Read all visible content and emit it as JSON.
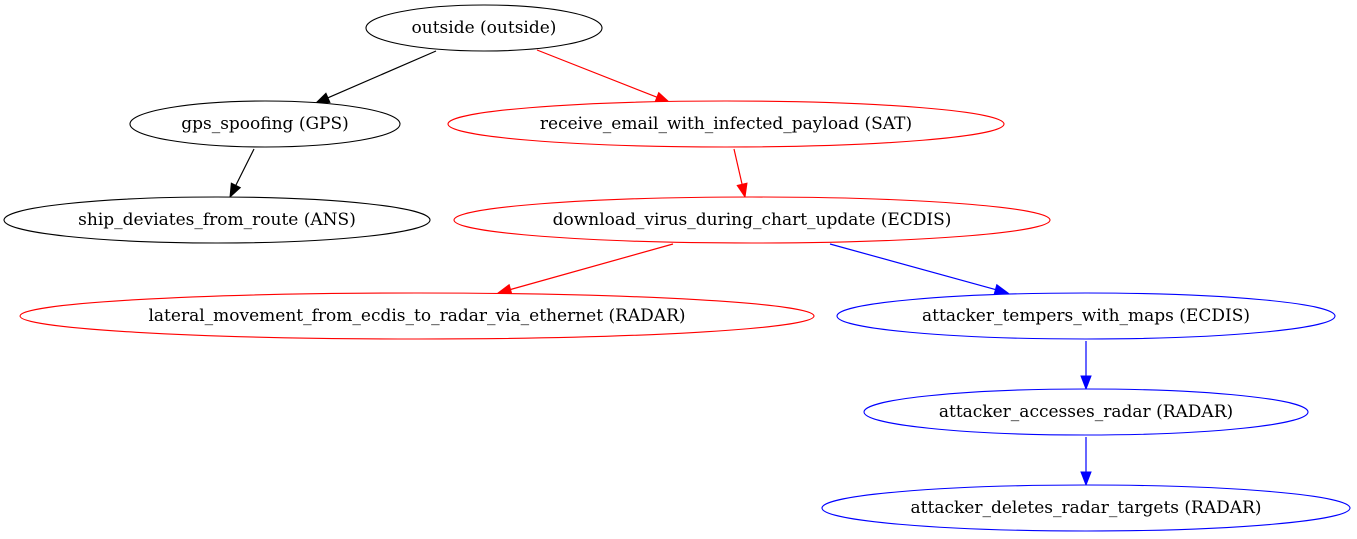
{
  "diagram": {
    "type": "directed-graph",
    "nodes": [
      {
        "id": "outside",
        "label": "outside (outside)",
        "color": "#000000"
      },
      {
        "id": "gps",
        "label": "gps_spoofing (GPS)",
        "color": "#000000"
      },
      {
        "id": "email",
        "label": "receive_email_with_infected_payload (SAT)",
        "color": "#ff0000"
      },
      {
        "id": "route",
        "label": "ship_deviates_from_route (ANS)",
        "color": "#000000"
      },
      {
        "id": "virus",
        "label": "download_virus_during_chart_update (ECDIS)",
        "color": "#ff0000"
      },
      {
        "id": "lateral",
        "label": "lateral_movement_from_ecdis_to_radar_via_ethernet (RADAR)",
        "color": "#ff0000"
      },
      {
        "id": "maps",
        "label": "attacker_tempers_with_maps (ECDIS)",
        "color": "#0000ff"
      },
      {
        "id": "radar_access",
        "label": "attacker_accesses_radar (RADAR)",
        "color": "#0000ff"
      },
      {
        "id": "radar_delete",
        "label": "attacker_deletes_radar_targets (RADAR)",
        "color": "#0000ff"
      }
    ],
    "edges": [
      {
        "from": "outside",
        "to": "gps",
        "color": "#000000"
      },
      {
        "from": "outside",
        "to": "email",
        "color": "#ff0000"
      },
      {
        "from": "gps",
        "to": "route",
        "color": "#000000"
      },
      {
        "from": "email",
        "to": "virus",
        "color": "#ff0000"
      },
      {
        "from": "virus",
        "to": "lateral",
        "color": "#ff0000"
      },
      {
        "from": "virus",
        "to": "maps",
        "color": "#0000ff"
      },
      {
        "from": "maps",
        "to": "radar_access",
        "color": "#0000ff"
      },
      {
        "from": "radar_access",
        "to": "radar_delete",
        "color": "#0000ff"
      }
    ]
  }
}
